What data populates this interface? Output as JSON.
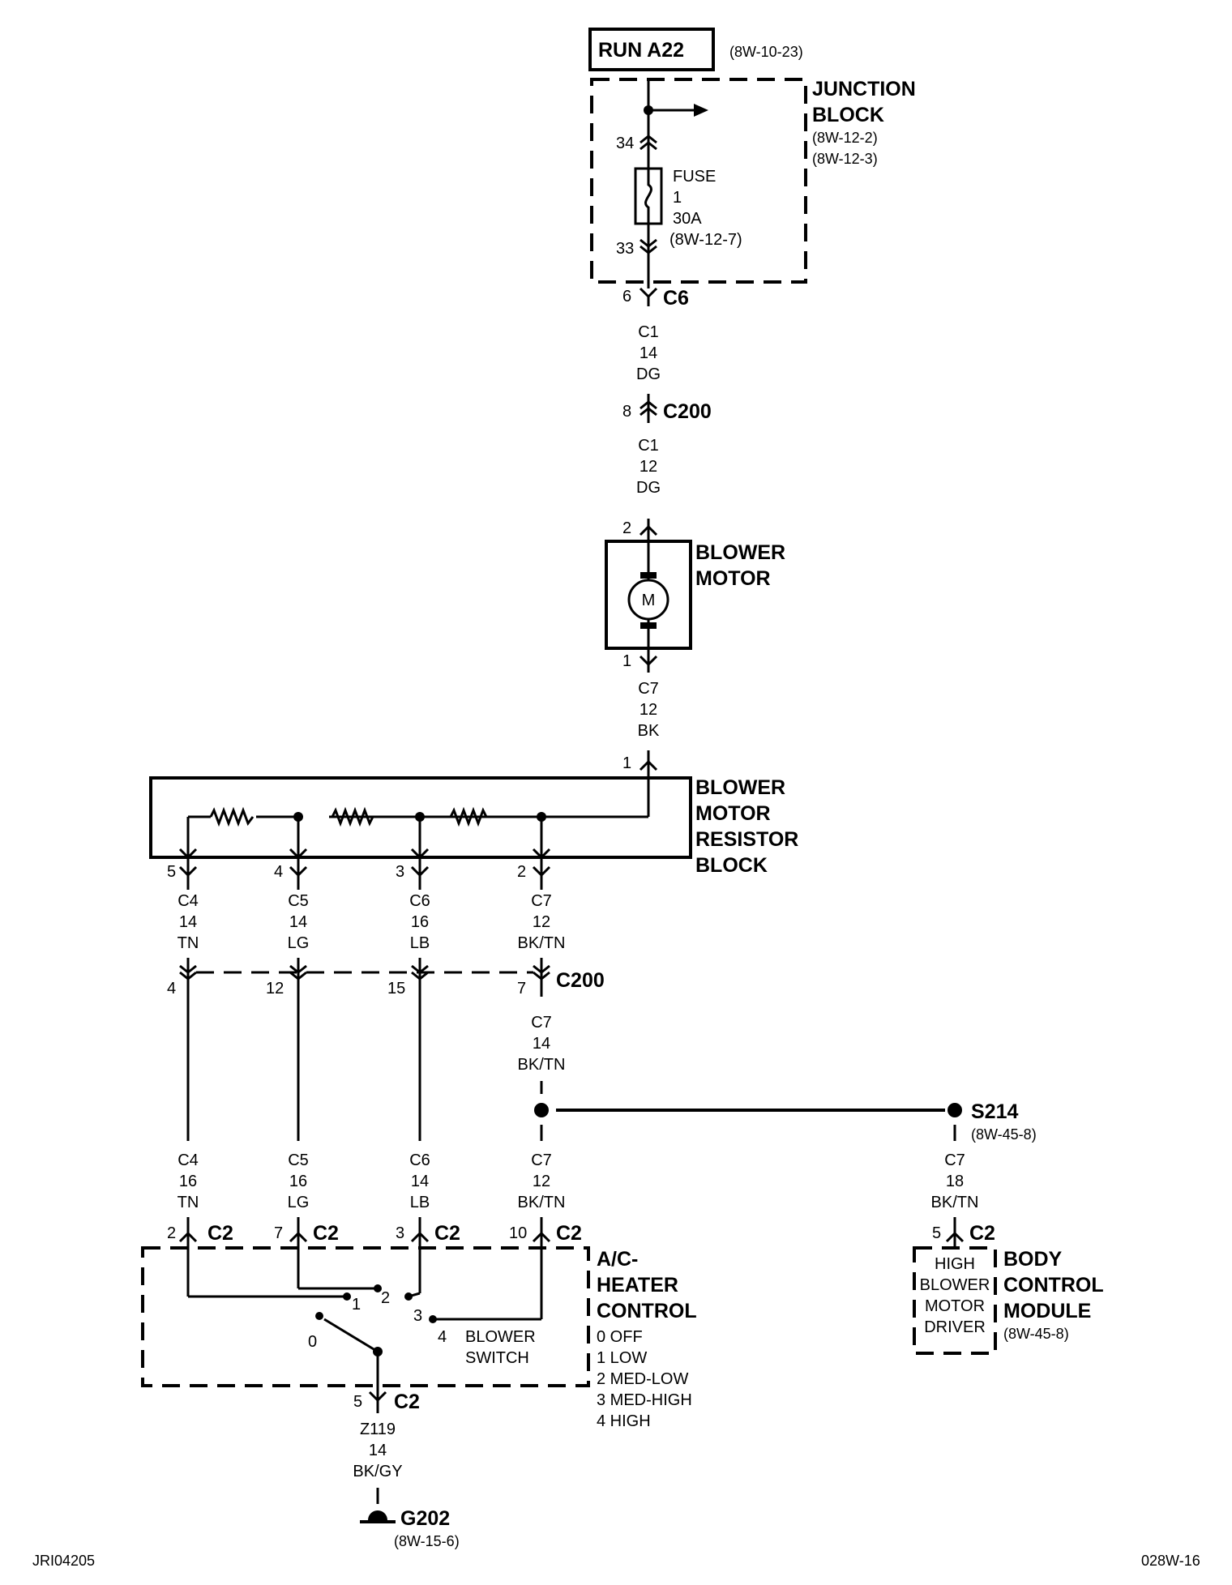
{
  "run": {
    "label": "RUN A22",
    "ref": "(8W-10-23)"
  },
  "junction_block": {
    "line1": "JUNCTION",
    "line2": "BLOCK",
    "ref1": "(8W-12-2)",
    "ref2": "(8W-12-3)"
  },
  "fuse": {
    "line1": "FUSE",
    "line2": "1",
    "line3": "30A",
    "ref": "(8W-12-7)",
    "pin_top": "34",
    "pin_bottom": "33"
  },
  "connectors": {
    "c6": {
      "name": "C6",
      "pin": "6"
    },
    "c200_top": {
      "name": "C200",
      "pin": "8"
    },
    "c200_mid": {
      "name": "C200",
      "pins": [
        "4",
        "12",
        "15",
        "7"
      ]
    },
    "motor_in": {
      "pin": "2"
    },
    "motor_out": {
      "pin": "1"
    },
    "resistor_in": {
      "pin": "1"
    },
    "resistor_out": {
      "pins": [
        "5",
        "4",
        "3",
        "2"
      ]
    },
    "hvac_c2": {
      "name": "C2",
      "pins": [
        "2",
        "7",
        "3",
        "10"
      ]
    },
    "hvac_ground_c2": {
      "name": "C2",
      "pin": "5"
    },
    "bcm_c2": {
      "name": "C2",
      "pin": "5"
    }
  },
  "wires": {
    "w1": [
      "C1",
      "14",
      "DG"
    ],
    "w2": [
      "C1",
      "12",
      "DG"
    ],
    "w3": [
      "C7",
      "12",
      "BK"
    ],
    "res": [
      [
        "C4",
        "14",
        "TN"
      ],
      [
        "C5",
        "14",
        "LG"
      ],
      [
        "C6",
        "16",
        "LB"
      ],
      [
        "C7",
        "12",
        "BK/TN"
      ]
    ],
    "mid": [
      "C7",
      "14",
      "BK/TN"
    ],
    "low": [
      [
        "C4",
        "16",
        "TN"
      ],
      [
        "C5",
        "16",
        "LG"
      ],
      [
        "C6",
        "14",
        "LB"
      ],
      [
        "C7",
        "12",
        "BK/TN"
      ]
    ],
    "bcm": [
      "C7",
      "18",
      "BK/TN"
    ],
    "ground": [
      "Z119",
      "14",
      "BK/GY"
    ]
  },
  "blower_motor": {
    "line1": "BLOWER",
    "line2": "MOTOR",
    "symbol": "M"
  },
  "resistor_block": {
    "lines": [
      "BLOWER",
      "MOTOR",
      "RESISTOR",
      "BLOCK"
    ]
  },
  "splice": {
    "name": "S214",
    "ref": "(8W-45-8)"
  },
  "hvac": {
    "lines": [
      "A/C-",
      "HEATER",
      "CONTROL"
    ],
    "modes": [
      "0 OFF",
      "1 LOW",
      "2 MED-LOW",
      "3 MED-HIGH",
      "4 HIGH"
    ],
    "switch_label": [
      "BLOWER",
      "SWITCH"
    ],
    "positions": [
      "0",
      "1",
      "2",
      "3",
      "4"
    ]
  },
  "bcm": {
    "lines": [
      "BODY",
      "CONTROL",
      "MODULE"
    ],
    "ref": "(8W-45-8)",
    "inner": [
      "HIGH",
      "BLOWER",
      "MOTOR",
      "DRIVER"
    ]
  },
  "ground": {
    "name": "G202",
    "ref": "(8W-15-6)"
  },
  "footer": {
    "left": "JRI04205",
    "right": "028W-16"
  }
}
